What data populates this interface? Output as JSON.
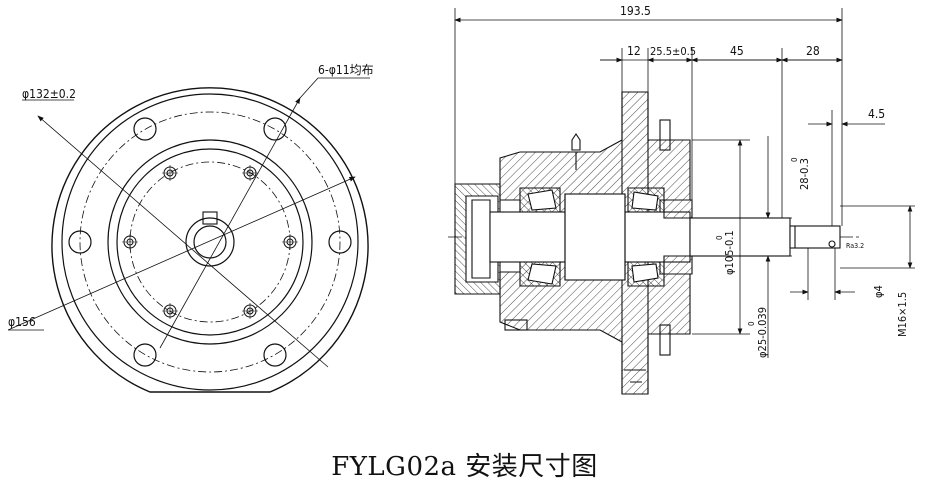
{
  "caption": "FYLG02a 安装尺寸图",
  "front_view": {
    "bolt_circle_label": "φ132±0.2",
    "holes_label": "6-φ11均布",
    "outer_diameter_label": "φ156"
  },
  "side_view": {
    "overall_length": "193.5",
    "dim_12": "12",
    "dim_25_5": "25.5±0.5",
    "dim_45": "45",
    "dim_28": "28",
    "dim_4_5": "4.5",
    "dim_28_tol": "28-0.3",
    "dim_105": "φ105-0.1",
    "dim_25": "φ25-0.039",
    "dim_4": "φ4",
    "dim_thread": "M16×1.5",
    "dim_tol_zero": "0",
    "finish_mark": "Ra3.2"
  }
}
